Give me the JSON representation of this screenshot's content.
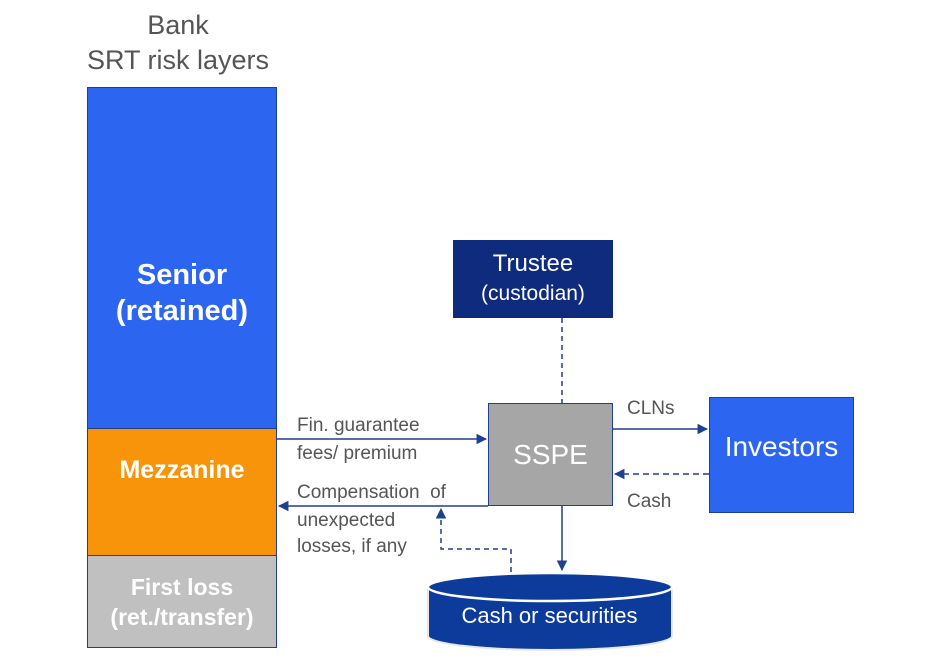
{
  "title": {
    "line1": "Bank",
    "line2": "SRT risk layers"
  },
  "layers": {
    "senior": {
      "line1": "Senior",
      "line2": "(retained)",
      "color": "#2b65f0"
    },
    "mezzanine": {
      "label": "Mezzanine",
      "color": "#f7940a"
    },
    "first_loss": {
      "line1": "First loss",
      "line2": "(ret./transfer)",
      "color": "#c0c0c0"
    }
  },
  "nodes": {
    "trustee": {
      "line1": "Trustee",
      "line2": "(custodian)",
      "color": "#0f2b7e"
    },
    "sspe": {
      "label": "SSPE",
      "color": "#a6a6a6"
    },
    "investors": {
      "label": "Investors",
      "color": "#2b65f0"
    },
    "collateral": {
      "label": "Cash or securities",
      "color": "#0c3b9c"
    }
  },
  "flows": {
    "guarantee_fees": {
      "line1": "Fin. guarantee",
      "line2": "fees/ premium"
    },
    "compensation": {
      "line1": "Compensation  of",
      "line2": "unexpected",
      "line3": "losses, if any"
    },
    "clns": {
      "label": "CLNs"
    },
    "cash": {
      "label": "Cash"
    }
  },
  "colors": {
    "arrow": "#1f3f8f",
    "label_text": "#555555"
  }
}
